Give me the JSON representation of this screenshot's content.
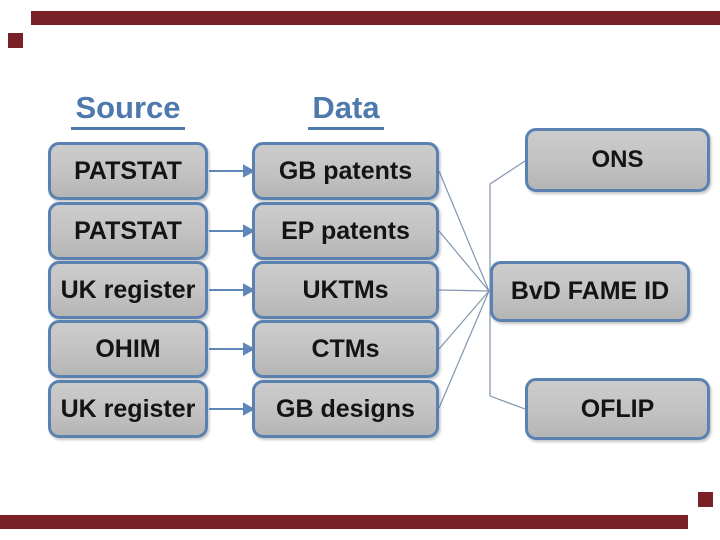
{
  "slide": {
    "headers": {
      "source_label": "Source",
      "data_label": "Data"
    },
    "rows": [
      {
        "source": "PATSTAT",
        "data": "GB patents"
      },
      {
        "source": "PATSTAT",
        "data": "EP patents"
      },
      {
        "source": "UK register",
        "data": "UKTMs"
      },
      {
        "source": "OHIM",
        "data": "CTMs"
      },
      {
        "source": "UK register",
        "data": "GB designs"
      }
    ],
    "outputs": [
      {
        "label": "ONS"
      },
      {
        "label": "BvD FAME ID"
      },
      {
        "label": "OFLIP"
      }
    ],
    "colors": {
      "header_blue": "#4d79ad",
      "node_border_blue": "#5b81b1",
      "node_fill_gray": "#c2c2c2",
      "arrow_blue": "#5e87b8",
      "connector_slate": "#8196ad",
      "accent_bar_red": "#7a2127",
      "label_text": "#141414",
      "background": "#ffffff"
    }
  }
}
